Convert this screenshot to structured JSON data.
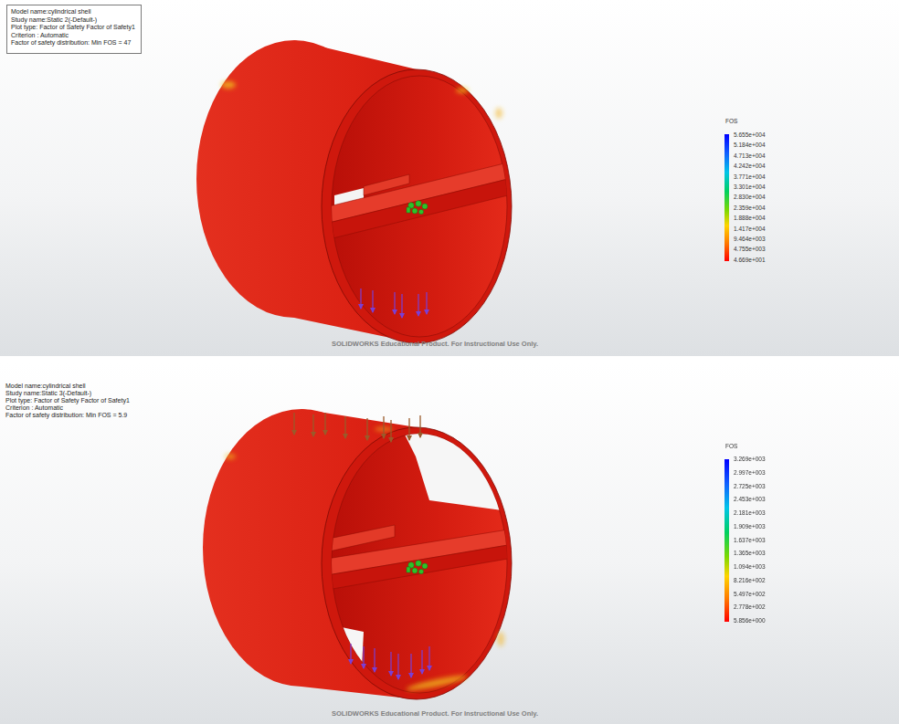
{
  "diagram": {
    "nodes": [
      {
        "text": [
          "Model name:cylindrical shell",
          "Study name:Static 2(-Default-)",
          "Plot type: Factor of Safety Factor of Safety1",
          "Criterion : Automatic",
          "Factor of safety distribution: Min FOS = 47"
        ]
      }
    ],
    "labels": [
      "FOS",
      "5.655e+004",
      "5.184e+004",
      "4.713e+004",
      "4.242e+004",
      "3.771e+004",
      "3.301e+004",
      "2.830e+004",
      "2.359e+004",
      "1.888e+004",
      "1.417e+004",
      "9.464e+003",
      "4.755e+003",
      "4.669e+001",
      "SOLIDWORKS Educational Product. For Instructional Use Only.",
      "Model name:cylindrical shell",
      "Study name:Static 3(-Default-)",
      "Plot type: Factor of Safety Factor of Safety1",
      "Criterion : Automatic",
      "Factor of safety distribution: Min FOS = 5.9",
      "FOS",
      "3.269e+003",
      "2.997e+003",
      "2.725e+003",
      "2.453e+003",
      "2.181e+003",
      "1.909e+003",
      "1.637e+003",
      "1.365e+003",
      "1.094e+003",
      "8.216e+002",
      "5.497e+002",
      "2.778e+002",
      "5.856e+000",
      "SOLIDWORKS Educational Product. For Instructional Use Only."
    ]
  }
}
